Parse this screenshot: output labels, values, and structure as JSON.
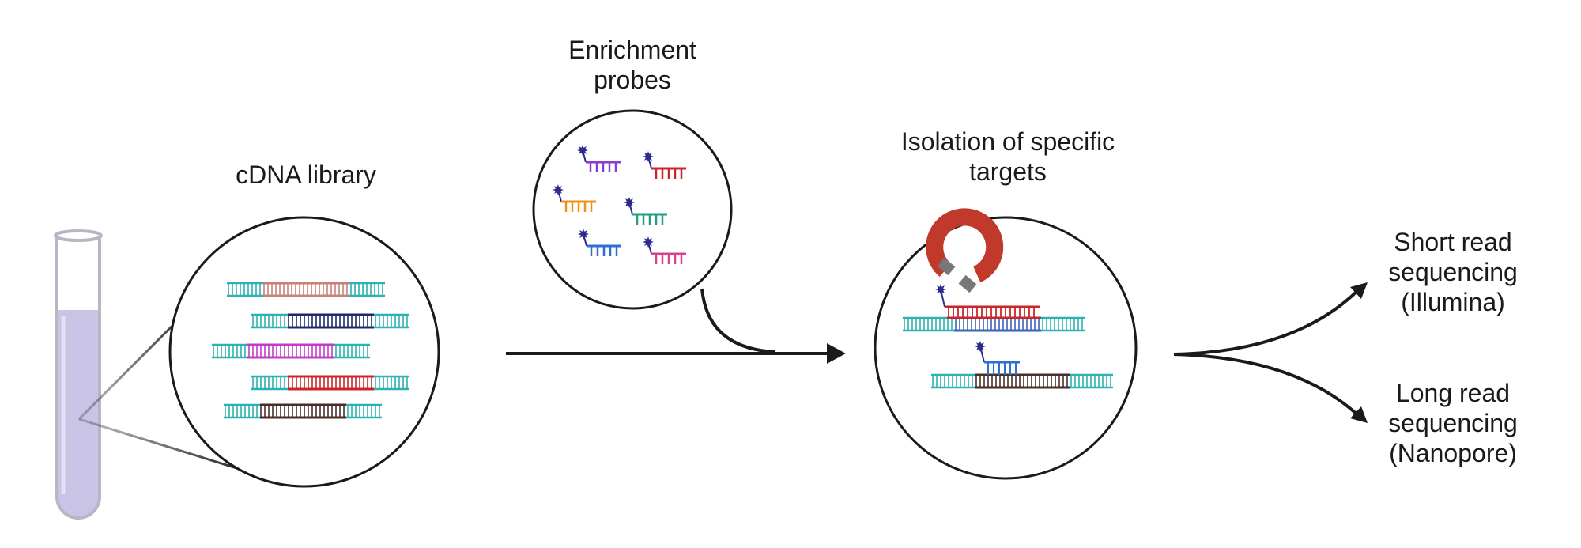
{
  "labels": {
    "cdna_library": "cDNA library",
    "enrichment_line1": "Enrichment",
    "enrichment_line2": "probes",
    "isolation_line1": "Isolation of specific",
    "isolation_line2": "targets",
    "short_read_line1": "Short read",
    "short_read_line2": "sequencing",
    "short_read_line3": "(Illumina)",
    "long_read_line1": "Long read",
    "long_read_line2": "sequencing",
    "long_read_line3": "(Nanopore)"
  },
  "colors": {
    "outline": "#1a1a1a",
    "backbone": "#2bb3b1",
    "tube_liquid": "#c9c3e6",
    "probe_tag": "#2e2a8f",
    "magnet": "#c0392b",
    "magnet_tip": "#777777",
    "insert_salmon": "#c98079",
    "insert_navy": "#1f2a6b",
    "insert_magenta": "#c23ac9",
    "insert_red": "#c8262a",
    "insert_blue": "#3a63b8",
    "insert_brown": "#4a2e2a",
    "probe_purple": "#8a3fd1",
    "probe_red": "#c8262a",
    "probe_orange": "#f0901a",
    "probe_green": "#1f9e84",
    "probe_blue": "#2f6fd4",
    "probe_pink": "#d8438f"
  }
}
